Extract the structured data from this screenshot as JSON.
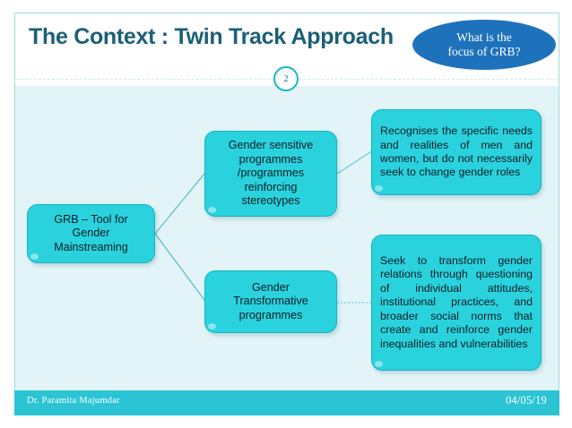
{
  "slide": {
    "title": "The Context : Twin Track Approach",
    "number": "2",
    "question_bubble": {
      "line1": "What is the",
      "line2": "focus of GRB?"
    }
  },
  "diagram": {
    "left_node": {
      "id": "grb-tool",
      "line1": "GRB – Tool for",
      "line2": "Gender",
      "line3": "Mainstreaming"
    },
    "middle_nodes": [
      {
        "id": "gender-sensitive-programmes",
        "line1": "Gender sensitive",
        "line2": "programmes",
        "line3": "/programmes",
        "line4": "reinforcing",
        "line5": "stereotypes"
      },
      {
        "id": "gender-transformative-programmes",
        "line1": "Gender",
        "line2": "Transformative",
        "line3": "programmes"
      }
    ],
    "right_nodes": [
      {
        "id": "recognises-description",
        "text": "Recognises the specific needs and realities of men and women, but do not necessarily seek to change gender roles"
      },
      {
        "id": "seek-to-transform-description",
        "text": "Seek to transform gender relations through questioning of individual attitudes, institutional practices, and broader social norms that create and reinforce gender inequalities and vulnerabilities"
      }
    ]
  },
  "footer": {
    "author": "Dr. Paramita Majumdar",
    "date": "04/05/19"
  },
  "colors": {
    "title_text": "#1b5f77",
    "bubble_fill": "#1e72bb",
    "node_fill": "#2ad2dd",
    "node_border": "#16b4c2",
    "body_background": "#e2f4f8",
    "footer_bar": "#2bc4d4",
    "frame_border": "#9fd9e3",
    "connector_line": "#4fb9c8"
  }
}
